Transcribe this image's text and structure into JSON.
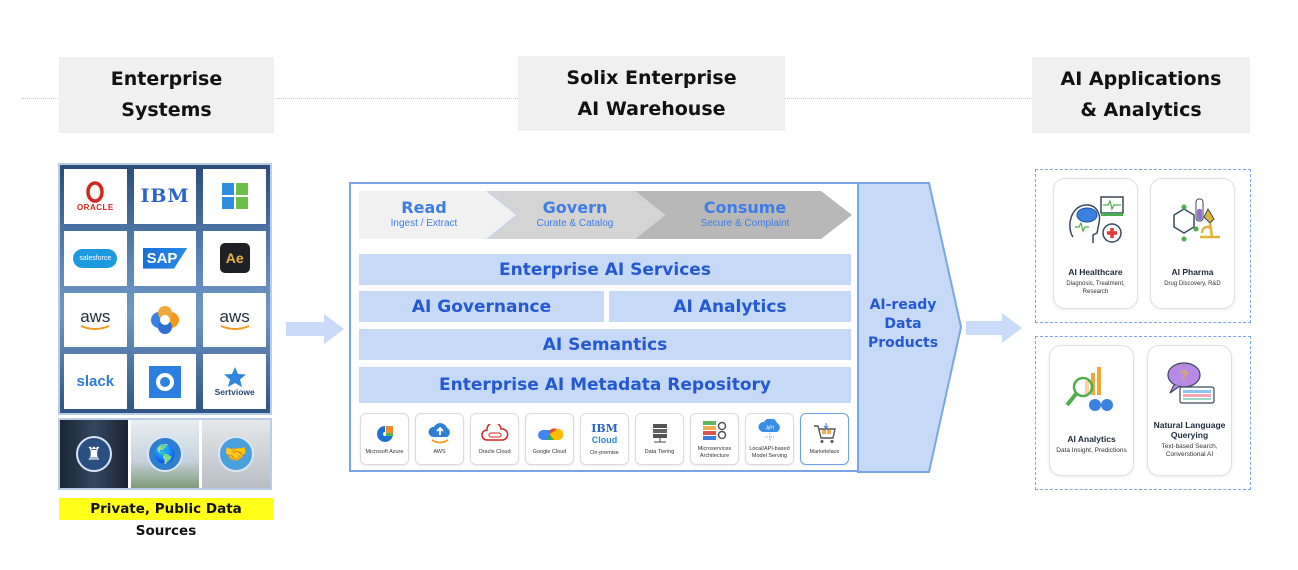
{
  "headers": {
    "left": [
      "Enterprise",
      "Systems"
    ],
    "middle": [
      "Solix Enterprise",
      "AI Warehouse"
    ],
    "right": [
      "AI Applications",
      "& Analytics"
    ]
  },
  "sources": {
    "logos": [
      {
        "name": "oracle",
        "label": "ORACLE"
      },
      {
        "name": "ibm",
        "label": "IBM"
      },
      {
        "name": "microsoft",
        "label": ""
      },
      {
        "name": "salesforce",
        "label": "salesforce"
      },
      {
        "name": "sap",
        "label": "SAP"
      },
      {
        "name": "adobe-ae",
        "label": "Ae"
      },
      {
        "name": "aws",
        "label": "aws"
      },
      {
        "name": "flower-logo",
        "label": ""
      },
      {
        "name": "aws",
        "label": "aws"
      },
      {
        "name": "slack",
        "label": "slack"
      },
      {
        "name": "ring-logo",
        "label": ""
      },
      {
        "name": "servicenow",
        "label": "Sertviowe"
      }
    ],
    "images": [
      "secure-datacenter",
      "global-knowledge",
      "partnership-office"
    ],
    "caption": "Private, Public Data Sources"
  },
  "warehouse": {
    "stages": [
      {
        "title": "Read",
        "subtitle": "Ingest / Extract"
      },
      {
        "title": "Govern",
        "subtitle": "Curate & Catalog"
      },
      {
        "title": "Consume",
        "subtitle": "Secure & Complaint"
      }
    ],
    "layers": {
      "services": "Enterprise AI Services",
      "governance": "AI Governance",
      "analytics": "AI Analytics",
      "semantics": "AI Semantics",
      "metadata": "Enterprise AI Metadata Repository"
    },
    "platforms": [
      {
        "label": "Microsoft Azure"
      },
      {
        "label": "AWS"
      },
      {
        "label": "Oracle Cloud"
      },
      {
        "label": "Google Cloud"
      },
      {
        "label": "On-premise",
        "logo_top": "IBM",
        "logo_bottom": "Cloud"
      },
      {
        "label": "Data Tiering"
      },
      {
        "label": "Microservices Architecture"
      },
      {
        "label": "Local/API-based Model Serving",
        "logo": "API"
      },
      {
        "label": "Marketelace"
      }
    ],
    "output_label": [
      "AI-ready",
      "Data",
      "Products"
    ]
  },
  "applications": [
    {
      "title": "AI Healthcare",
      "subtitle": "Diagnosis, Treatment, Research"
    },
    {
      "title": "AI Pharma",
      "subtitle": "Drug Discovery, R&D"
    },
    {
      "title": "AI Analytics",
      "subtitle": "Data Insight, Predictions"
    },
    {
      "title": "Natural Language Querying",
      "subtitle": "Text-based Search, Converstional AI"
    }
  ],
  "colors": {
    "accent_blue": "#2559d4",
    "band_fill": "#c6d9f7",
    "border_blue": "#7aa5e8",
    "highlight_yellow": "#ffff1a",
    "header_bg": "#f0f0f0"
  }
}
